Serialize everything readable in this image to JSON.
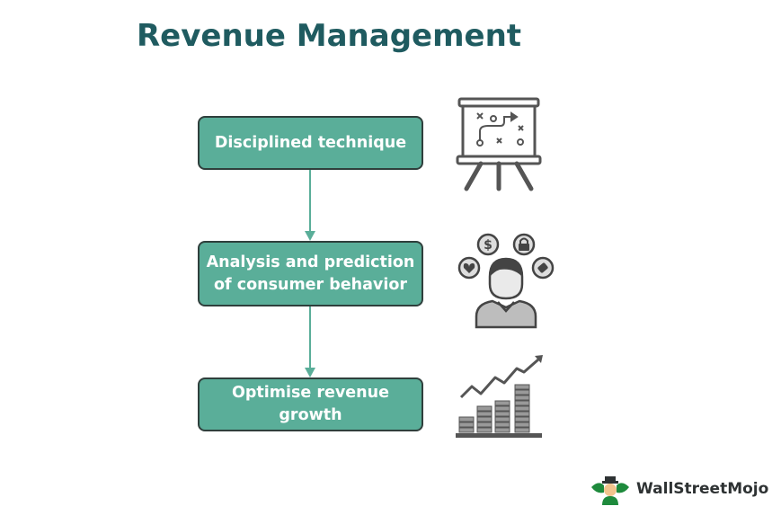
{
  "title": "Revenue Management",
  "steps": [
    {
      "lines": [
        "Disciplined technique"
      ],
      "icon": "presentation-board-icon"
    },
    {
      "lines": [
        "Analysis and prediction",
        "of consumer behavior"
      ],
      "icon": "consumer-thinking-icon"
    },
    {
      "lines": [
        "Optimise revenue",
        "growth"
      ],
      "icon": "revenue-growth-icon"
    }
  ],
  "logo": {
    "text": "WallStreetMojo",
    "icon": "wallstreetmojo-logo-icon"
  },
  "colors": {
    "title": "#1f5b60",
    "box_fill": "#5aae99",
    "box_border": "#2f3f3c",
    "arrow": "#5aae99",
    "icon_dark": "#555555",
    "icon_light": "#cccccc"
  }
}
